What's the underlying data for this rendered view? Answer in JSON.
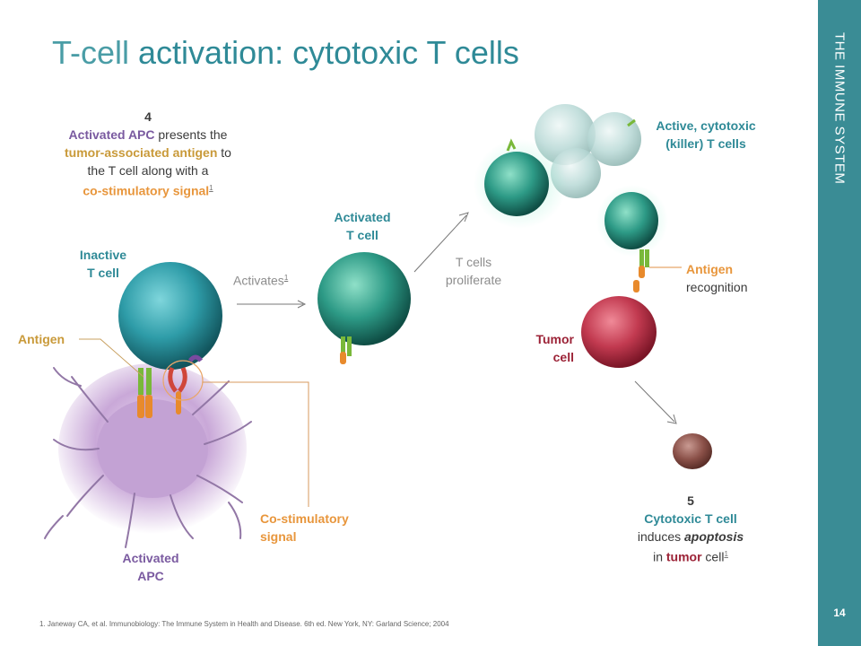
{
  "title": {
    "part1": "T-cell",
    "part2": "activation: cytotoxic T cells"
  },
  "sidebar": {
    "label": "THE IMMUNE SYSTEM",
    "page_number": "14"
  },
  "step4": {
    "number": "4",
    "line1_a": "Activated APC",
    "line1_b": " presents the",
    "line2_a": "tumor-associated antigen",
    "line2_b": " to",
    "line3": "the T cell along with a",
    "line4": "co-stimulatory signal",
    "ref": "1"
  },
  "labels": {
    "inactive_t_cell_1": "Inactive",
    "inactive_t_cell_2": "T cell",
    "antigen": "Antigen",
    "activated_apc_1": "Activated",
    "activated_apc_2": "APC",
    "costim_1": "Co-stimulatory",
    "costim_2": "signal",
    "activates": "Activates",
    "activates_ref": "1",
    "activated_t_cell_1": "Activated",
    "activated_t_cell_2": "T cell",
    "proliferate_1": "T cells",
    "proliferate_2": "proliferate",
    "killer_1": "Active, cytotoxic",
    "killer_2": "(killer) T cells",
    "antigen_rec_1": "Antigen",
    "antigen_rec_2": "recognition",
    "tumor_1": "Tumor",
    "tumor_2": "cell"
  },
  "step5": {
    "number": "5",
    "line1": "Cytotoxic T cell",
    "line2_a": "induces ",
    "line2_b": "apoptosis",
    "line3_a": "in ",
    "line3_b": "tumor",
    "line3_c": " cell",
    "ref": "1"
  },
  "footnote": "1. Janeway CA, et al. Immunobiology: The Immune System in Health and Disease. 6th ed. New York, NY: Garland Science; 2004",
  "colors": {
    "teal": "#2f8a97",
    "purple": "#7a5aa0",
    "orange": "#e8963c",
    "tumor_red": "#9c2337",
    "sidebar": "#3a8c95"
  }
}
